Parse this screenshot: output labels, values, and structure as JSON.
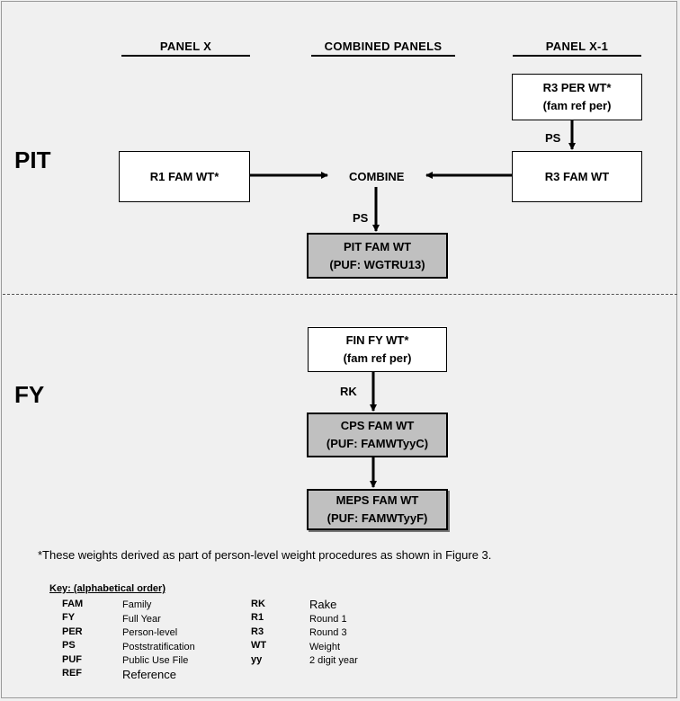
{
  "columns": {
    "panel_x": "PANEL X",
    "combined": "COMBINED PANELS",
    "panel_x1": "PANEL X-1"
  },
  "sections": {
    "pit": "PIT",
    "fy": "FY"
  },
  "pit": {
    "r3_per_wt": [
      "R3 PER WT*",
      "(fam ref per)"
    ],
    "r1_fam_wt": "R1 FAM WT*",
    "combine": "COMBINE",
    "r3_fam_wt": "R3 FAM WT",
    "pit_fam_wt": [
      "PIT FAM WT",
      "(PUF: WGTRU13)"
    ],
    "ps_label_top": "PS",
    "ps_label_mid": "PS"
  },
  "fy": {
    "fin_fy_wt": [
      "FIN FY WT*",
      "(fam ref per)"
    ],
    "rk_label": "RK",
    "cps_fam_wt": [
      "CPS FAM WT",
      "(PUF: FAMWTyyC)"
    ],
    "meps_fam_wt": [
      "MEPS FAM WT",
      "(PUF: FAMWTyyF)"
    ]
  },
  "footnote": "*These weights derived as part of person-level weight procedures as shown in Figure 3.",
  "key": {
    "title": "Key: (alphabetical order)",
    "left": [
      {
        "abbr": "FAM",
        "def": "Family"
      },
      {
        "abbr": "FY",
        "def": "Full Year"
      },
      {
        "abbr": "PER",
        "def": "Person-level"
      },
      {
        "abbr": "PS",
        "def": "Poststratification"
      },
      {
        "abbr": "PUF",
        "def": "Public Use File"
      },
      {
        "abbr": "REF",
        "def": "Reference"
      }
    ],
    "right": [
      {
        "abbr": "RK",
        "def": "Rake"
      },
      {
        "abbr": "R1",
        "def": "Round 1"
      },
      {
        "abbr": "R3",
        "def": "Round 3"
      },
      {
        "abbr": "WT",
        "def": "Weight"
      },
      {
        "abbr": "yy",
        "def": "2 digit year"
      }
    ]
  }
}
